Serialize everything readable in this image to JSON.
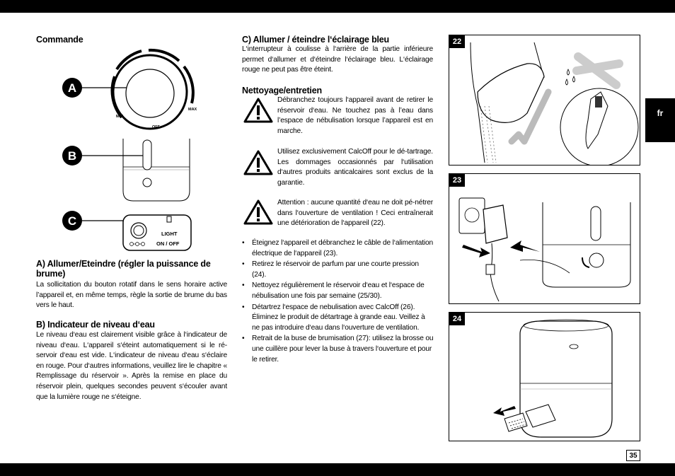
{
  "page": {
    "language_tab": "fr",
    "page_number": "35"
  },
  "left": {
    "heading": "Commande",
    "label_a": "A",
    "label_b": "B",
    "label_c": "C",
    "dial": {
      "min": "MIN",
      "off": "OFF",
      "max": "MAX"
    },
    "switch": {
      "light": "LIGHT",
      "on_off": "ON / OFF"
    },
    "section_a": {
      "title": "A) Allumer/Eteindre (régler la puissance de brume)",
      "text": "La sollicitation du bouton rotatif dans le sens horaire active l’appareil et, en même temps, règle la sortie de brume du bas vers le haut."
    },
    "section_b": {
      "title": "B) Indicateur de niveau d‘eau",
      "text": "Le niveau d‘eau est clairement visible grâce à l‘indicateur de niveau d‘eau. L‘appareil s‘éteint automatiquement si le ré-servoir d‘eau est vide. L‘indicateur de niveau d‘eau s‘éclaire en rouge. Pour d‘autres informations, veuillez lire le chapitre « Remplissage du réservoir ». Après la remise en place du réservoir plein, quelques secondes peuvent s‘écouler avant que la lumière rouge ne s‘éteigne."
    }
  },
  "middle": {
    "section_c": {
      "title": "C) Allumer / éteindre l‘éclairage bleu",
      "text": "L‘interrupteur à coulisse à l‘arrière de la partie inférieure permet d‘allumer et d‘éteindre l‘éclairage bleu. L‘éclairage rouge ne peut pas être éteint."
    },
    "cleaning": {
      "title": "Nettoyage/entretien",
      "warning_1": "Débranchez toujours l‘appareil avant de retirer le réservoir d‘eau. Ne touchez pas à l’eau dans l’espace de nébulisation lorsque l’appareil est en marche.",
      "warning_2": "Utilisez exclusivement CalcOff pour le dé-tartrage. Les dommages occasionnés par l‘utilisation d‘autres produits anticalcaires sont exclus de la garantie.",
      "warning_3": "Attention : aucune quantité d‘eau ne doit pé-nétrer dans l‘ouverture de ventilation ! Ceci entraînerait une détérioration de l‘appareil (22).",
      "bullets": [
        "Éteignez l‘appareil et débranchez le câble de l‘alimentation électrique de l‘appareil (23).",
        "Retirez le réservoir de parfum par une courte pression (24).",
        "Nettoyez régulièrement le réservoir d‘eau et l‘espace de nébulisation une fois par semaine (25/30).",
        "Détartrez l‘espace de nebulisation avec CalcOff (26). Éliminez le produit de détartrage à grande eau. Veillez à ne pas introduire d‘eau dans l‘ouverture de ventilation.",
        "Retrait de la buse de brumisation (27): utilisez la brosse ou une cuillère pour lever la buse à travers l‘ouverture et pour le retirer."
      ]
    }
  },
  "figures": {
    "fig22": "22",
    "fig23": "23",
    "fig24": "24"
  }
}
